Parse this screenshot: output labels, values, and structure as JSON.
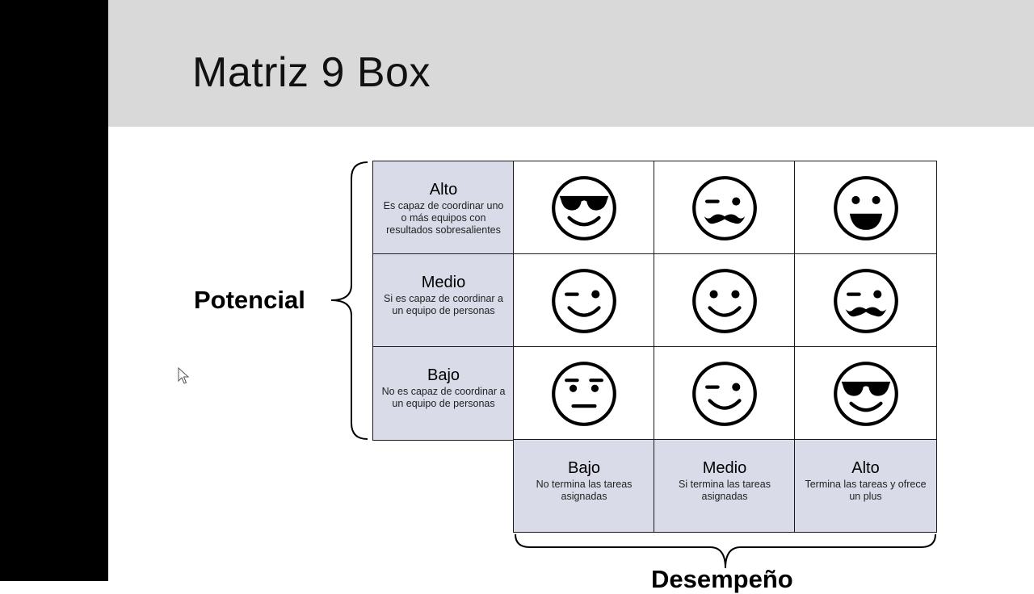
{
  "slide": {
    "title": "Matriz 9 Box"
  },
  "axes": {
    "y_label": "Potencial",
    "x_label": "Desempeño"
  },
  "potential_levels": [
    {
      "title": "Alto",
      "desc": "Es capaz de coordinar uno o más equipos con resultados sobresalientes"
    },
    {
      "title": "Medio",
      "desc": "Si es capaz de coordinar a un equipo de personas"
    },
    {
      "title": "Bajo",
      "desc": "No es capaz de coordinar a un equipo de personas"
    }
  ],
  "performance_levels": [
    {
      "title": "Bajo",
      "desc": "No termina las tareas asignadas"
    },
    {
      "title": "Medio",
      "desc": "Si termina las tareas asignadas"
    },
    {
      "title": "Alto",
      "desc": "Termina las tareas y ofrece un plus"
    }
  ],
  "faces": [
    [
      "sunglasses-face-icon",
      "winking-mustache-face-icon",
      "grinning-face-icon"
    ],
    [
      "winking-face-icon",
      "smiling-face-icon",
      "winking-mustache-face-icon"
    ],
    [
      "neutral-face-icon",
      "winking-face-icon",
      "sunglasses-face-icon"
    ]
  ],
  "colors": {
    "header_bg": "#d9d9d9",
    "label_cell_bg": "#d9dce8",
    "sidebar_bg": "#000000"
  }
}
